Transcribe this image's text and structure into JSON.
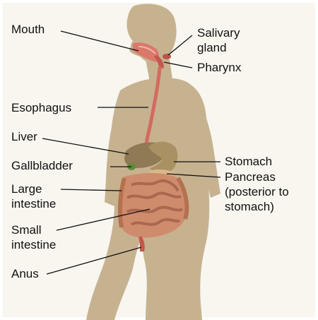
{
  "labels": {
    "mouth": "Mouth",
    "salivary_gland": [
      "Salivary",
      "gland"
    ],
    "pharynx": "Pharynx",
    "esophagus": "Esophagus",
    "liver": "Liver",
    "gallbladder": "Gallbladder",
    "stomach": "Stomach",
    "pancreas": [
      "Pancreas",
      "(posterior to",
      "stomach)"
    ],
    "large_intestine": [
      "Large",
      "intestine"
    ],
    "small_intestine": [
      "Small",
      "intestine"
    ],
    "anus": "Anus"
  },
  "colors": {
    "background": "#f8f6ef",
    "silhouette": "#c7b290",
    "esophagus": "#d46a5f",
    "mouth": "#d9786b",
    "liver": "#8f7a55",
    "stomach": "#a99164",
    "gallbladder": "#5e8a3a",
    "pancreas": "#d8b98a",
    "intestine": "#cf8c6c",
    "intestine_dark": "#a9684f",
    "leader_line": "#111111"
  }
}
